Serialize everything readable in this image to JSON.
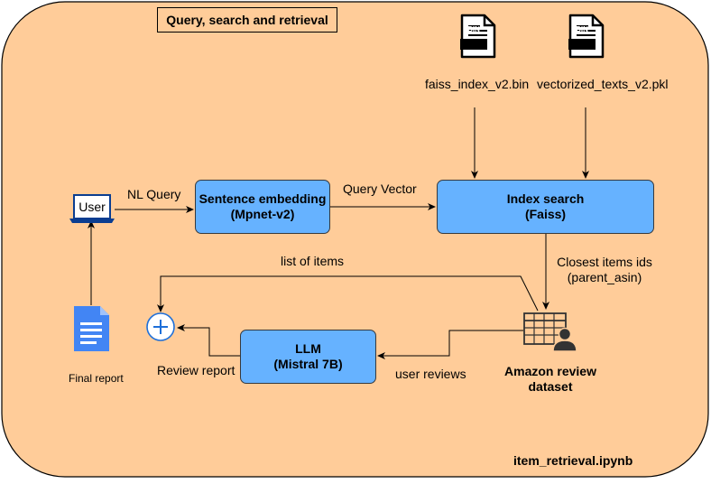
{
  "title": "Query, search and retrieval",
  "files": {
    "faiss": {
      "name": "faiss_index_v2.bin",
      "badge": "BIN",
      "icon": "bin-file-icon"
    },
    "vectors": {
      "name": "vectorized_texts_v2.pkl",
      "badge": "BIN",
      "icon": "bin-file-icon"
    }
  },
  "user": {
    "label": "User",
    "icon": "laptop-icon"
  },
  "nodes": {
    "embedding": {
      "line1": "Sentence embedding",
      "line2": "(Mpnet-v2)"
    },
    "index": {
      "line1": "Index search",
      "line2": "(Faiss)"
    },
    "llm": {
      "line1": "LLM",
      "line2": "(Mistral 7B)"
    },
    "dataset": {
      "line1": "Amazon review",
      "line2": "dataset",
      "icon": "table-user-icon"
    },
    "report": {
      "label": "Final report",
      "icon": "document-icon"
    },
    "merge": {
      "icon": "plus-circle-icon"
    }
  },
  "edges": {
    "nl_query": "NL Query",
    "query_vector": "Query Vector",
    "closest_ids_1": "Closest items ids",
    "closest_ids_2": "(parent_asin)",
    "list_items": "list of items",
    "user_reviews": "user reviews",
    "review_report": "Review report"
  },
  "notebook": "item_retrieval.ipynb",
  "colors": {
    "panel": "#ffcc99",
    "node": "#66b2ff",
    "icon_blue": "#4285f4",
    "laptop_blue": "#0a3d91"
  }
}
